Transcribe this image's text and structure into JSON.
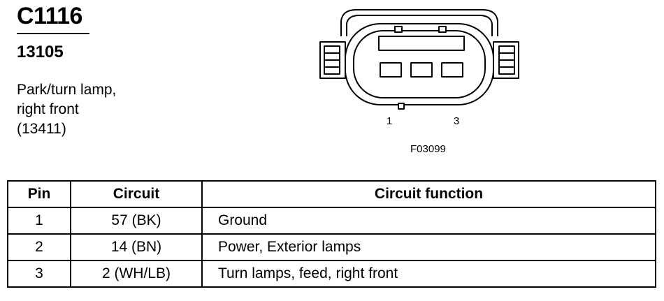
{
  "connector": {
    "id": "C1116",
    "part_number": "13105",
    "description_lines": [
      "Park/turn lamp,",
      "right front",
      "(13411)"
    ]
  },
  "diagram": {
    "pin_labels": [
      "1",
      "3"
    ],
    "figure_id": "F03099"
  },
  "table": {
    "headers": [
      "Pin",
      "Circuit",
      "Circuit function"
    ],
    "rows": [
      {
        "pin": "1",
        "circuit": "57 (BK)",
        "function": "Ground"
      },
      {
        "pin": "2",
        "circuit": "14 (BN)",
        "function": "Power, Exterior lamps"
      },
      {
        "pin": "3",
        "circuit": "2 (WH/LB)",
        "function": "Turn lamps, feed, right front"
      }
    ]
  }
}
